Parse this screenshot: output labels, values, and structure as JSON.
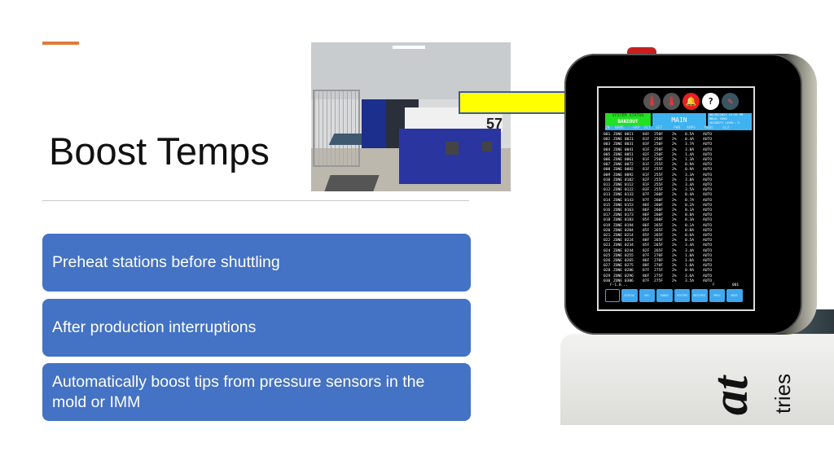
{
  "slide": {
    "title": "Boost Temps",
    "accent_color": "#E07B39",
    "box_color": "#4472C4",
    "bullets": [
      "Preheat stations before shuttling",
      "After production interruptions",
      "Automatically boost tips from pressure sensors in the mold or IMM"
    ]
  },
  "photo": {
    "machine_number": "57"
  },
  "controller": {
    "brand_big": "at",
    "brand_small": "tries",
    "icons": [
      "thermometer-icon",
      "thermometer-icon",
      "alarm-bell-icon",
      "help-icon",
      "tools-icon"
    ],
    "status": {
      "label": "SYSTEM STATUS",
      "value": "BAKEOUT",
      "color": "#22e022"
    },
    "main_label": "MAIN",
    "info": {
      "datetime": "08/05/2021 12:35 PM",
      "mold": "MOLD: CHKD",
      "security": "SECURITY LEVEL: 3"
    },
    "columns": [
      "ZN",
      "NAME",
      "GRP",
      "ACT",
      "SET",
      "PWR",
      "AMPS",
      "MODE",
      "SLV"
    ],
    "rows": [
      [
        "001",
        "ZONE 001",
        "1",
        "84F",
        "250F",
        "2%",
        "0.5A",
        "AUTO"
      ],
      [
        "002",
        "ZONE 002",
        "1",
        "81F",
        "250F",
        "2%",
        "0.4A",
        "AUTO"
      ],
      [
        "003",
        "ZONE 003",
        "1",
        "83F",
        "250F",
        "2%",
        "3.7A",
        "AUTO"
      ],
      [
        "004",
        "ZONE 004",
        "1",
        "81F",
        "250F",
        "2%",
        "3.8A",
        "AUTO"
      ],
      [
        "005",
        "ZONE 005",
        "1",
        "82F",
        "250F",
        "2%",
        "1.4A",
        "AUTO"
      ],
      [
        "006",
        "ZONE 006",
        "1",
        "81F",
        "250F",
        "2%",
        "1.3A",
        "AUTO"
      ],
      [
        "007",
        "ZONE 007",
        "2",
        "81F",
        "255F",
        "2%",
        "0.9A",
        "AUTO"
      ],
      [
        "008",
        "ZONE 008",
        "2",
        "81F",
        "255F",
        "2%",
        "0.9A",
        "AUTO"
      ],
      [
        "009",
        "ZONE 009",
        "2",
        "81F",
        "255F",
        "2%",
        "3.3A",
        "AUTO"
      ],
      [
        "010",
        "ZONE 010",
        "2",
        "82F",
        "255F",
        "2%",
        "3.8A",
        "AUTO"
      ],
      [
        "011",
        "ZONE 011",
        "2",
        "81F",
        "255F",
        "2%",
        "3.4A",
        "AUTO"
      ],
      [
        "012",
        "ZONE 012",
        "2",
        "83F",
        "255F",
        "2%",
        "3.5A",
        "AUTO"
      ],
      [
        "013",
        "ZONE 013",
        "3",
        "87F",
        "260F",
        "2%",
        "0.4A",
        "AUTO"
      ],
      [
        "014",
        "ZONE 014",
        "3",
        "87F",
        "260F",
        "2%",
        "0.7A",
        "AUTO"
      ],
      [
        "015",
        "ZONE 015",
        "3",
        "86F",
        "260F",
        "2%",
        "0.2A",
        "AUTO"
      ],
      [
        "016",
        "ZONE 016",
        "3",
        "86F",
        "260F",
        "2%",
        "0.1A",
        "AUTO"
      ],
      [
        "017",
        "ZONE 017",
        "3",
        "86F",
        "260F",
        "2%",
        "0.8A",
        "AUTO"
      ],
      [
        "018",
        "ZONE 018",
        "3",
        "85F",
        "260F",
        "2%",
        "0.3A",
        "AUTO"
      ],
      [
        "019",
        "ZONE 019",
        "4",
        "86F",
        "265F",
        "2%",
        "0.1A",
        "AUTO"
      ],
      [
        "020",
        "ZONE 020",
        "4",
        "85F",
        "265F",
        "2%",
        "0.8A",
        "AUTO"
      ],
      [
        "021",
        "ZONE 021",
        "4",
        "85F",
        "265F",
        "2%",
        "0.6A",
        "AUTO"
      ],
      [
        "022",
        "ZONE 022",
        "4",
        "88F",
        "265F",
        "2%",
        "0.5A",
        "AUTO"
      ],
      [
        "023",
        "ZONE 023",
        "4",
        "85F",
        "265F",
        "2%",
        "3.4A",
        "AUTO"
      ],
      [
        "024",
        "ZONE 024",
        "4",
        "82F",
        "265F",
        "2%",
        "3.4A",
        "AUTO"
      ],
      [
        "025",
        "ZONE 025",
        "5",
        "87F",
        "270F",
        "2%",
        "1.0A",
        "AUTO"
      ],
      [
        "026",
        "ZONE 026",
        "5",
        "86F",
        "270F",
        "2%",
        "1.0A",
        "AUTO"
      ],
      [
        "027",
        "ZONE 027",
        "5",
        "88F",
        "270F",
        "2%",
        "1.0A",
        "AUTO"
      ],
      [
        "028",
        "ZONE 028",
        "6",
        "87F",
        "275F",
        "2%",
        "0.9A",
        "AUTO"
      ],
      [
        "029",
        "ZONE 029",
        "6",
        "86F",
        "275F",
        "2%",
        "3.6A",
        "AUTO"
      ],
      [
        "030",
        "ZONE 030",
        "6",
        "87F",
        "275F",
        "2%",
        "3.5A",
        "AUTO"
      ]
    ],
    "footer": {
      "left": "F-1.0...",
      "mid": "F",
      "right": "001"
    },
    "buttons": [
      "STATUS",
      "SEC",
      "ZONES",
      "SYSTEM",
      "RECIPES",
      "PREV",
      "NEXT"
    ]
  }
}
